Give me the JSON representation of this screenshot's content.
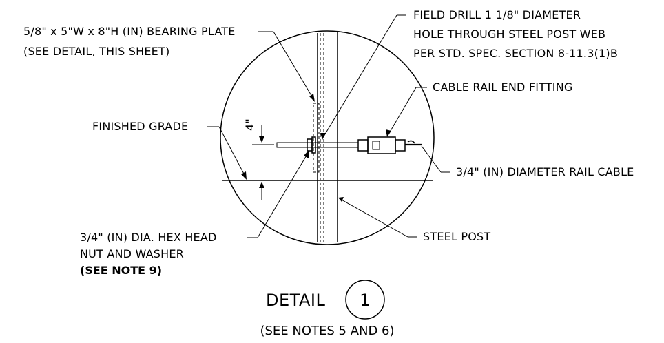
{
  "labels": {
    "bearing_plate_1": "5/8\" x 5\"W x 8\"H (IN) BEARING PLATE",
    "bearing_plate_2": "(SEE DETAIL, THIS SHEET)",
    "field_drill_1": "FIELD DRILL 1 1/8\" DIAMETER",
    "field_drill_2": "HOLE THROUGH STEEL POST WEB",
    "field_drill_3": "PER STD. SPEC. SECTION 8-11.3(1)B",
    "end_fitting": "CABLE RAIL END FITTING",
    "finished_grade": "FINISHED GRADE",
    "dimension": "4\"",
    "rail_cable": "3/4\" (IN) DIAMETER RAIL CABLE",
    "steel_post": "STEEL POST",
    "hex_nut_1": "3/4\" (IN) DIA. HEX HEAD",
    "hex_nut_2": "NUT AND WASHER",
    "hex_nut_3": "(SEE NOTE 9)"
  },
  "detail": {
    "title": "DETAIL",
    "number": "1",
    "subtitle": "(SEE NOTES 5 AND 6)"
  },
  "colors": {
    "ink": "#000000",
    "paper": "#ffffff"
  }
}
